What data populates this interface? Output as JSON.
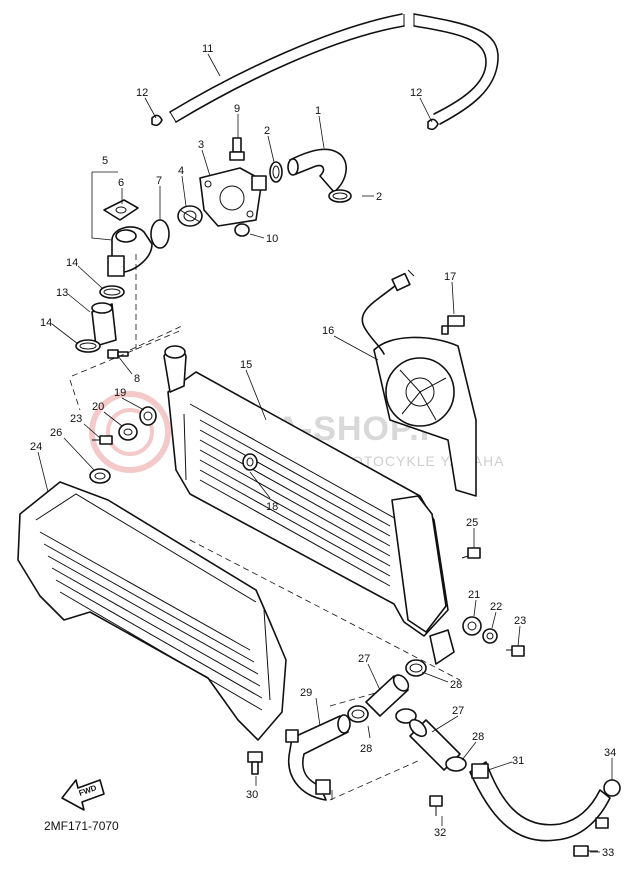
{
  "watermark": {
    "line1": "YAMA-SHOP.PL",
    "line2": "WOJCIECHOWICZ  MOTOCYKLE YAMAHA"
  },
  "diagram_code": "2MF171-7070",
  "fwd_label": "FWD",
  "callouts": [
    {
      "id": "c-1",
      "text": "1"
    },
    {
      "id": "c-2a",
      "text": "2"
    },
    {
      "id": "c-2b",
      "text": "2"
    },
    {
      "id": "c-3",
      "text": "3"
    },
    {
      "id": "c-4",
      "text": "4"
    },
    {
      "id": "c-5",
      "text": "5"
    },
    {
      "id": "c-6",
      "text": "6"
    },
    {
      "id": "c-7",
      "text": "7"
    },
    {
      "id": "c-8",
      "text": "8"
    },
    {
      "id": "c-9",
      "text": "9"
    },
    {
      "id": "c-10",
      "text": "10"
    },
    {
      "id": "c-11",
      "text": "11"
    },
    {
      "id": "c-12a",
      "text": "12"
    },
    {
      "id": "c-12b",
      "text": "12"
    },
    {
      "id": "c-13",
      "text": "13"
    },
    {
      "id": "c-14a",
      "text": "14"
    },
    {
      "id": "c-14b",
      "text": "14"
    },
    {
      "id": "c-15",
      "text": "15"
    },
    {
      "id": "c-16",
      "text": "16"
    },
    {
      "id": "c-17",
      "text": "17"
    },
    {
      "id": "c-18",
      "text": "18"
    },
    {
      "id": "c-19",
      "text": "19"
    },
    {
      "id": "c-20",
      "text": "20"
    },
    {
      "id": "c-21",
      "text": "21"
    },
    {
      "id": "c-22",
      "text": "22"
    },
    {
      "id": "c-23a",
      "text": "23"
    },
    {
      "id": "c-23b",
      "text": "23"
    },
    {
      "id": "c-24",
      "text": "24"
    },
    {
      "id": "c-25",
      "text": "25"
    },
    {
      "id": "c-26",
      "text": "26"
    },
    {
      "id": "c-27a",
      "text": "27"
    },
    {
      "id": "c-27b",
      "text": "27"
    },
    {
      "id": "c-28a",
      "text": "28"
    },
    {
      "id": "c-28b",
      "text": "28"
    },
    {
      "id": "c-28c",
      "text": "28"
    },
    {
      "id": "c-29",
      "text": "29"
    },
    {
      "id": "c-30",
      "text": "30"
    },
    {
      "id": "c-31",
      "text": "31"
    },
    {
      "id": "c-32",
      "text": "32"
    },
    {
      "id": "c-33",
      "text": "33"
    },
    {
      "id": "c-34",
      "text": "34"
    }
  ]
}
